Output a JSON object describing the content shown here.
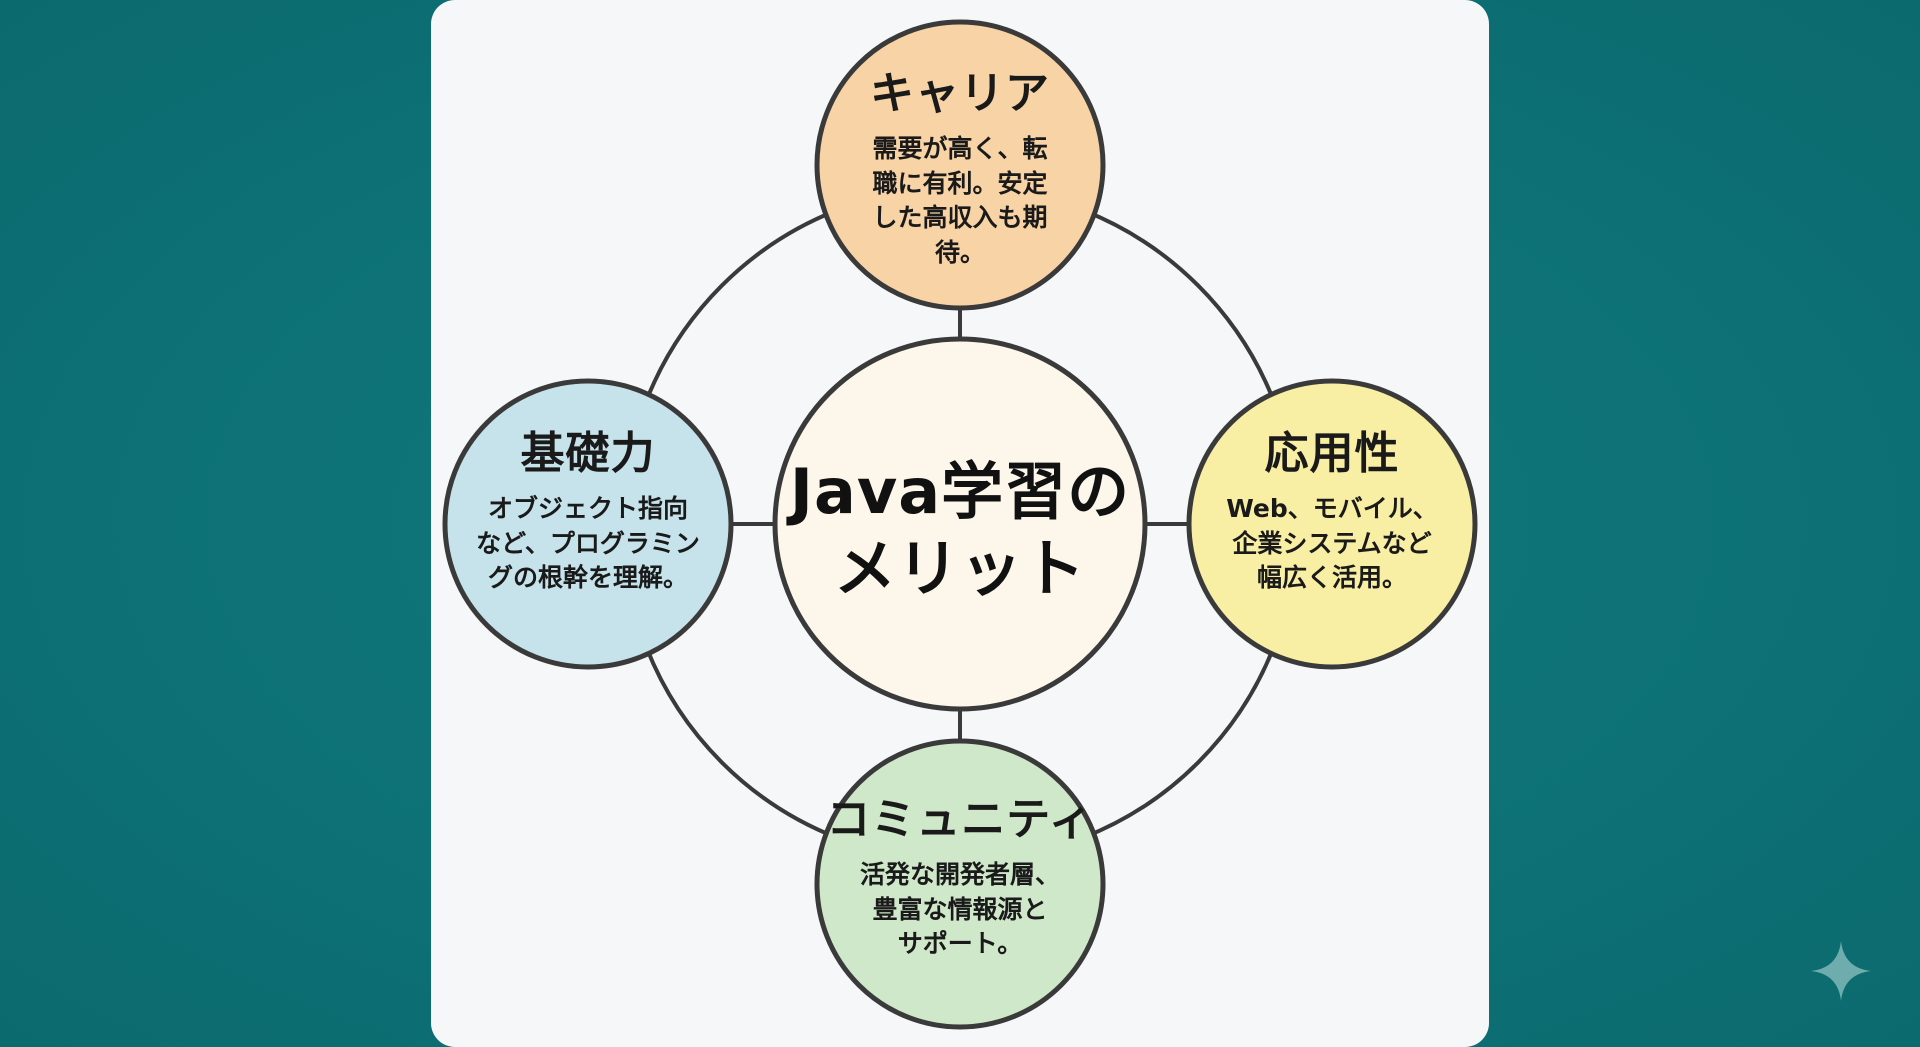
{
  "center": {
    "title": "Java学習の\nメリット",
    "color": "#fcf7ea"
  },
  "nodes": {
    "career": {
      "title": "キャリア",
      "description": "需要が高く、転\n職に有利。安定\nした高収入も期\n待。",
      "color": "#f7d3a6"
    },
    "foundation": {
      "title": "基礎力",
      "description": "オブジェクト指向\nなど、プログラミン\nグの根幹を理解。",
      "color": "#c6e3ec"
    },
    "application": {
      "title": "応用性",
      "description": "Web、モバイル、\n企業システムなど\n幅広く活用。",
      "color": "#f8eea4"
    },
    "community": {
      "title": "コミュニティ",
      "description": "活発な開発者層、\n豊富な情報源と\nサポート。",
      "color": "#cfe8c9"
    }
  },
  "colors": {
    "background": "#0e7478",
    "card": "#f6f7f8",
    "stroke": "#3a3a3a"
  },
  "icons": {
    "watermark": "sparkle-icon"
  }
}
